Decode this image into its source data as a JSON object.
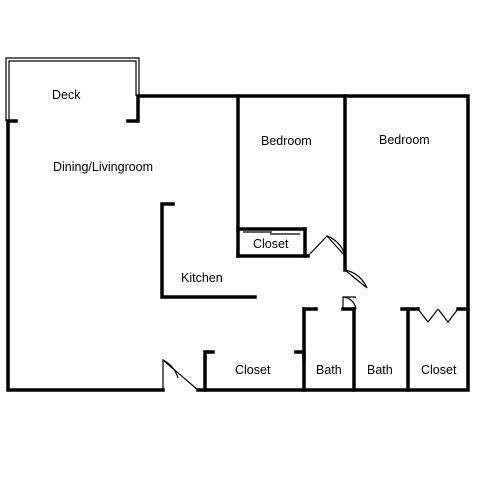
{
  "rooms": {
    "deck": "Deck",
    "dining_livingroom": "Dining/Livingroom",
    "bedroom_left": "Bedroom",
    "bedroom_right": "Bedroom",
    "closet_bedroom": "Closet",
    "kitchen": "Kitchen",
    "closet_hall": "Closet",
    "bath_left": "Bath",
    "bath_right": "Bath",
    "closet_right": "Closet"
  }
}
